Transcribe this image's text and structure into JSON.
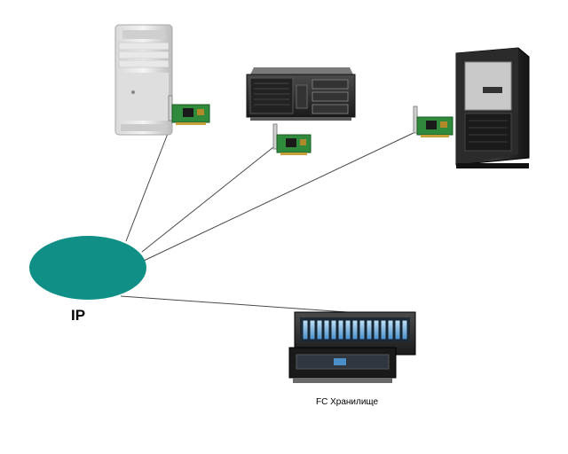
{
  "diagram": {
    "network_label": "IP",
    "storage_label": "FC Хранилище",
    "colors": {
      "network_cloud": "#0f8f86",
      "link_line": "#4a4a4a",
      "hba_board": "#2f8a3c"
    },
    "nodes": [
      {
        "id": "mac-pro",
        "kind": "server-tower",
        "adapter": "fc-hba-card"
      },
      {
        "id": "rack-server",
        "kind": "server-rack",
        "adapter": "fc-hba-card"
      },
      {
        "id": "tower-server",
        "kind": "server-tower",
        "adapter": "fc-hba-card"
      },
      {
        "id": "fc-storage",
        "kind": "storage-array"
      }
    ],
    "links": [
      {
        "from": "ip-network",
        "to": "mac-pro"
      },
      {
        "from": "ip-network",
        "to": "rack-server"
      },
      {
        "from": "ip-network",
        "to": "tower-server"
      },
      {
        "from": "ip-network",
        "to": "fc-storage"
      }
    ]
  }
}
